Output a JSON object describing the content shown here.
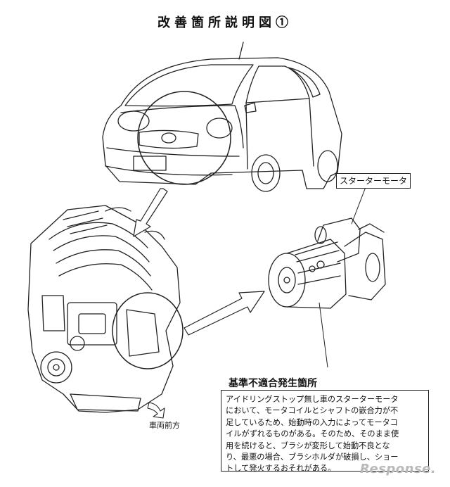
{
  "title": "改善箇所説明図①",
  "starter_label": "スターターモータ",
  "front_label": "車両前方",
  "defect_title": "基準不適合発生箇所",
  "description": "アイドリングストップ無し車のスターターモータ\nにおいて、モータコイルとシャフトの嵌合力が不\n足しているため、始動時の入力によってモータコ\nイルがずれるものがある。そのため、そのまま使\n用を続けると、ブラシが変形して始動不良とな\nり、最悪の場合、ブラシホルダが破損し、ショー\nトして発火するおそれがある。",
  "watermark": "Response."
}
